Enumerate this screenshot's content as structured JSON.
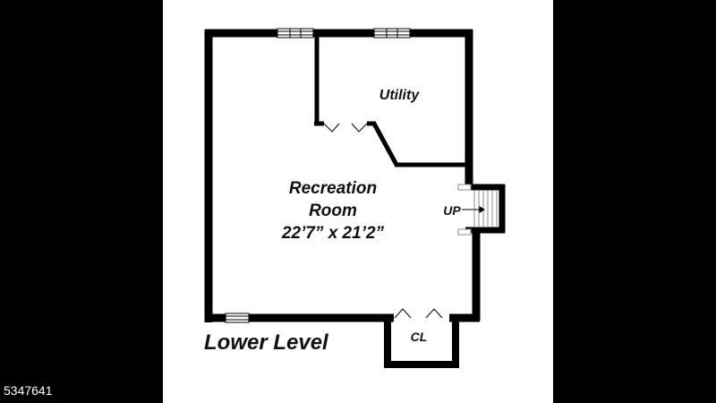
{
  "listing_id": "5347641",
  "plan": {
    "level_title": "Lower Level",
    "rooms": {
      "recreation_line1": "Recreation",
      "recreation_line2": "Room",
      "recreation_dimensions": "22’7” x 21’2”",
      "utility": "Utility",
      "closet": "CL"
    },
    "stairs_label": "UP"
  },
  "colors": {
    "background": "#000000",
    "panel": "#ffffff",
    "wall": "#000000",
    "text": "#111111"
  }
}
